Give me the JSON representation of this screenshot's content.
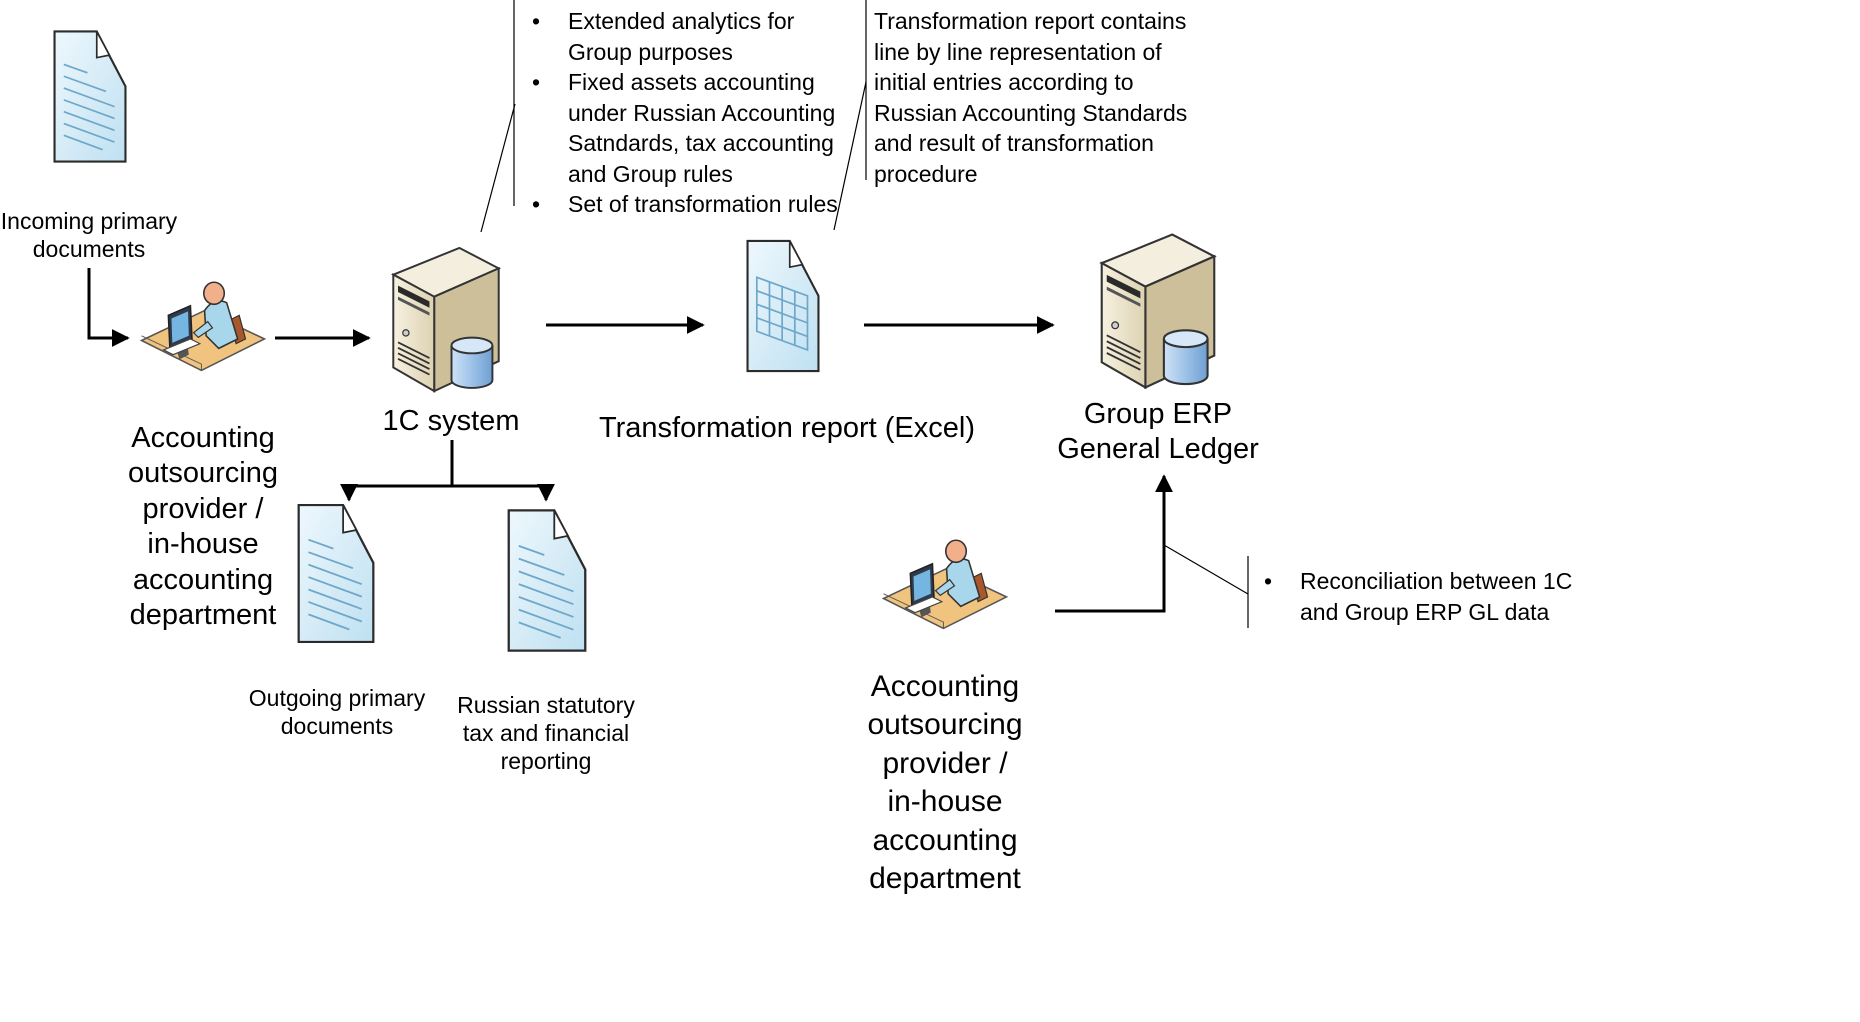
{
  "labels": {
    "incoming_docs": "Incoming primary\ndocuments",
    "provider_left": "Accounting\noutsourcing\nprovider /\nin-house\naccounting\ndepartment",
    "system_1c": "1C system",
    "transformation_report": "Transformation report (Excel)",
    "group_erp": "Group ERP\nGeneral Ledger",
    "outgoing_docs": "Outgoing primary\ndocuments",
    "russian_reporting": "Russian statutory\ntax and financial\nreporting",
    "provider_right": "Accounting\noutsourcing\nprovider  /\nin-house\naccounting\ndepartment"
  },
  "notes": {
    "system_1c_bullets": [
      "Extended analytics for\nGroup purposes",
      "Fixed assets accounting\nunder Russian Accounting\nSatndards, tax accounting\nand Group rules",
      "Set of transformation rules"
    ],
    "report_note": "Transformation report contains\nline by line representation of\ninitial entries according to\nRussian Accounting Standards\nand result of transformation\nprocedure",
    "reconciliation_bullets": [
      "Reconciliation between 1C\nand Group ERP GL data"
    ]
  },
  "icons": {
    "incoming_doc": "document-icon",
    "provider_left": "accountant-workstation-icon",
    "system_1c": "server-database-icon",
    "report": "spreadsheet-document-icon",
    "group_erp": "server-database-icon",
    "outgoing_doc": "document-icon",
    "russian_doc": "document-icon",
    "provider_right": "accountant-workstation-icon"
  },
  "colors": {
    "doc_fill": "#d7ecf7",
    "doc_line": "#6ea7c9",
    "server_body": "#ece4cc",
    "db_fill": "#a9c9ea",
    "desk_fill": "#f0c47e",
    "person_fill": "#a8d6ea",
    "head_fill": "#f2b08a"
  }
}
